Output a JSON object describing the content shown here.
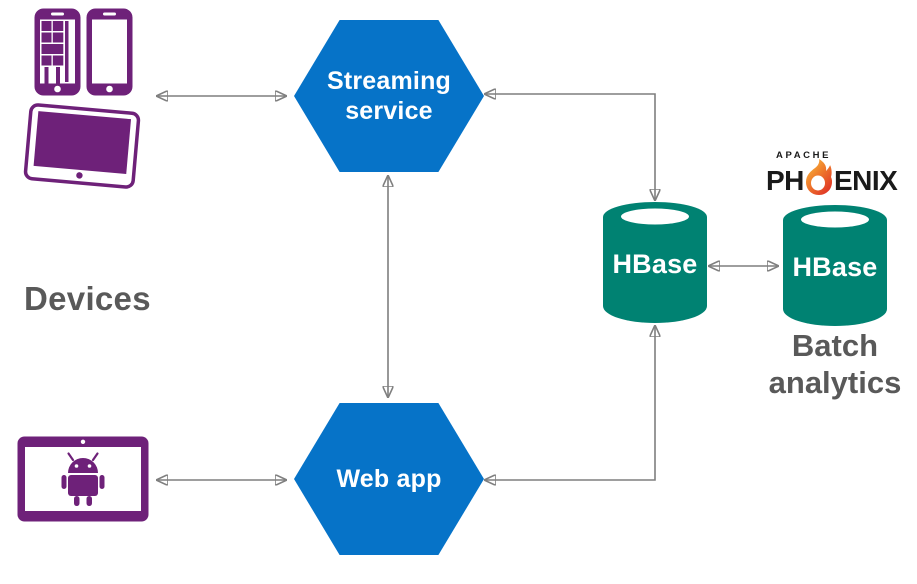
{
  "title": "Streaming and batch analytics architecture diagram",
  "colors": {
    "node_blue": "#0673C8",
    "db_teal": "#008272",
    "device_purple": "#6E2179",
    "arrow_gray": "#7F7F7F",
    "label_gray": "#595959",
    "logo_black": "#1A1A1A",
    "flame_yellow": "#F8C544",
    "flame_orange": "#F0822C",
    "flame_red": "#DF3226"
  },
  "nodes": {
    "streaming_service": {
      "label": "Streaming service",
      "shape": "hexagon"
    },
    "web_app": {
      "label": "Web app",
      "shape": "hexagon"
    },
    "hbase_stream": {
      "label": "HBase",
      "shape": "database-cylinder"
    },
    "hbase_batch": {
      "label": "HBase",
      "shape": "database-cylinder"
    }
  },
  "labels": {
    "devices": "Devices",
    "batch_analytics": "Batch analytics"
  },
  "logo": {
    "brand_top": "APACHE",
    "brand_left": "PH",
    "brand_right": "ENIX",
    "flame_icon": "phoenix-flame-icon"
  },
  "icons": {
    "device_group": [
      "windows-phone-icon",
      "smartphone-icon",
      "tablet-icon"
    ],
    "web_client": "android-tablet-icon",
    "database": "cylinder-database-icon"
  },
  "edges": [
    {
      "from": "devices",
      "to": "streaming_service",
      "type": "bidirectional-arrow"
    },
    {
      "from": "android_tablet",
      "to": "web_app",
      "type": "bidirectional-arrow"
    },
    {
      "from": "streaming_service",
      "to": "web_app",
      "type": "bidirectional-arrow"
    },
    {
      "from": "streaming_service",
      "to": "hbase_stream",
      "type": "bidirectional-elbow-arrow"
    },
    {
      "from": "web_app",
      "to": "hbase_stream",
      "type": "bidirectional-elbow-arrow"
    },
    {
      "from": "hbase_stream",
      "to": "hbase_batch",
      "type": "bidirectional-arrow"
    }
  ]
}
